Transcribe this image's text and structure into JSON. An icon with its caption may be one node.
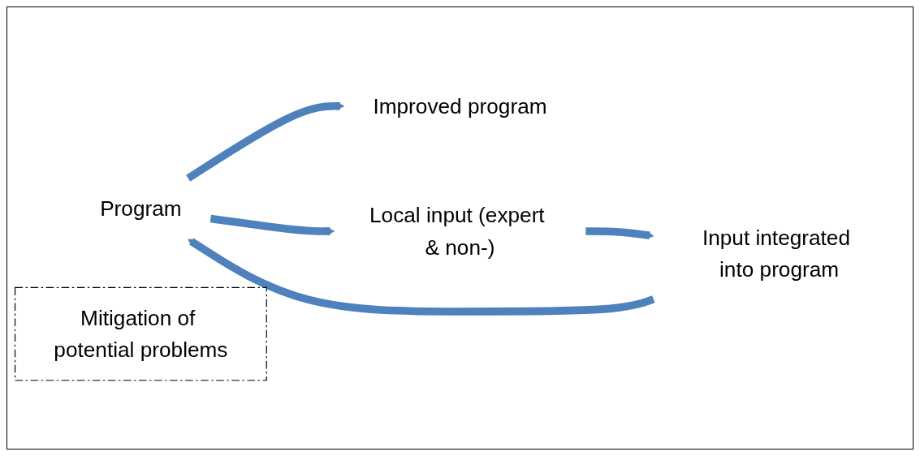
{
  "diagram": {
    "nodes": [
      {
        "text": [
          "Program"
        ]
      },
      {
        "text": [
          "Improved program"
        ]
      },
      {
        "text": [
          "Local input (expert & non-)"
        ]
      },
      {
        "text": [
          "Input integrated into program"
        ]
      },
      {
        "text": [
          "Mitigation of potential problems"
        ]
      }
    ],
    "edges": [
      {
        "from": 0,
        "to": 1,
        "arrow": "to"
      },
      {
        "from": 0,
        "to": 2,
        "arrow": "to"
      },
      {
        "from": 2,
        "to": 3,
        "arrow": "to"
      },
      {
        "from": 3,
        "to": 0,
        "arrow": "to"
      }
    ]
  }
}
